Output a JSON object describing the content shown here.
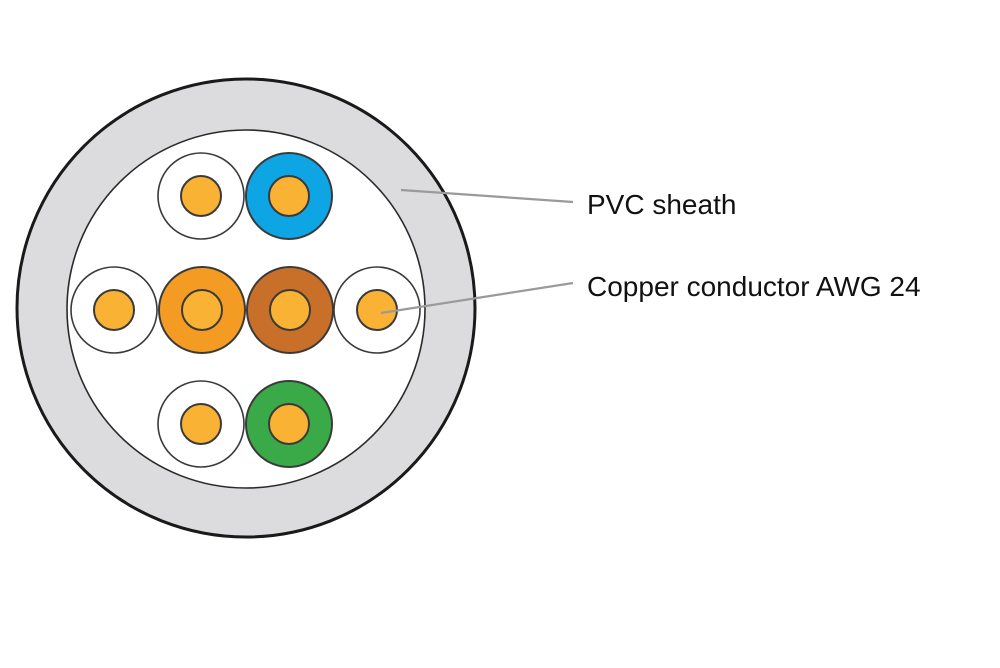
{
  "diagram": {
    "title": "Cable cross-section",
    "colors": {
      "background": "#ffffff",
      "sheath_fill": "#dcdcde",
      "sheath_stroke": "#1a1a1a",
      "inner_fill": "#ffffff",
      "outline": "#3a3a3a",
      "conductor": "#f9b233",
      "leader": "#9a9a9a"
    },
    "wires": [
      {
        "id": "white-blue",
        "insulation": "white",
        "color": "#ffffff"
      },
      {
        "id": "blue",
        "insulation": "blue",
        "color": "#0ea5e4"
      },
      {
        "id": "white-orange",
        "insulation": "white",
        "color": "#ffffff"
      },
      {
        "id": "orange",
        "insulation": "orange",
        "color": "#f49b23"
      },
      {
        "id": "brown",
        "insulation": "brown",
        "color": "#c8702a"
      },
      {
        "id": "white-brown",
        "insulation": "white",
        "color": "#ffffff"
      },
      {
        "id": "white-green",
        "insulation": "white",
        "color": "#ffffff"
      },
      {
        "id": "green",
        "insulation": "green",
        "color": "#3aaa48"
      }
    ],
    "labels": [
      {
        "id": "pvc-sheath",
        "text": "PVC sheath"
      },
      {
        "id": "copper-conductor",
        "text": "Copper conductor AWG 24"
      }
    ]
  }
}
